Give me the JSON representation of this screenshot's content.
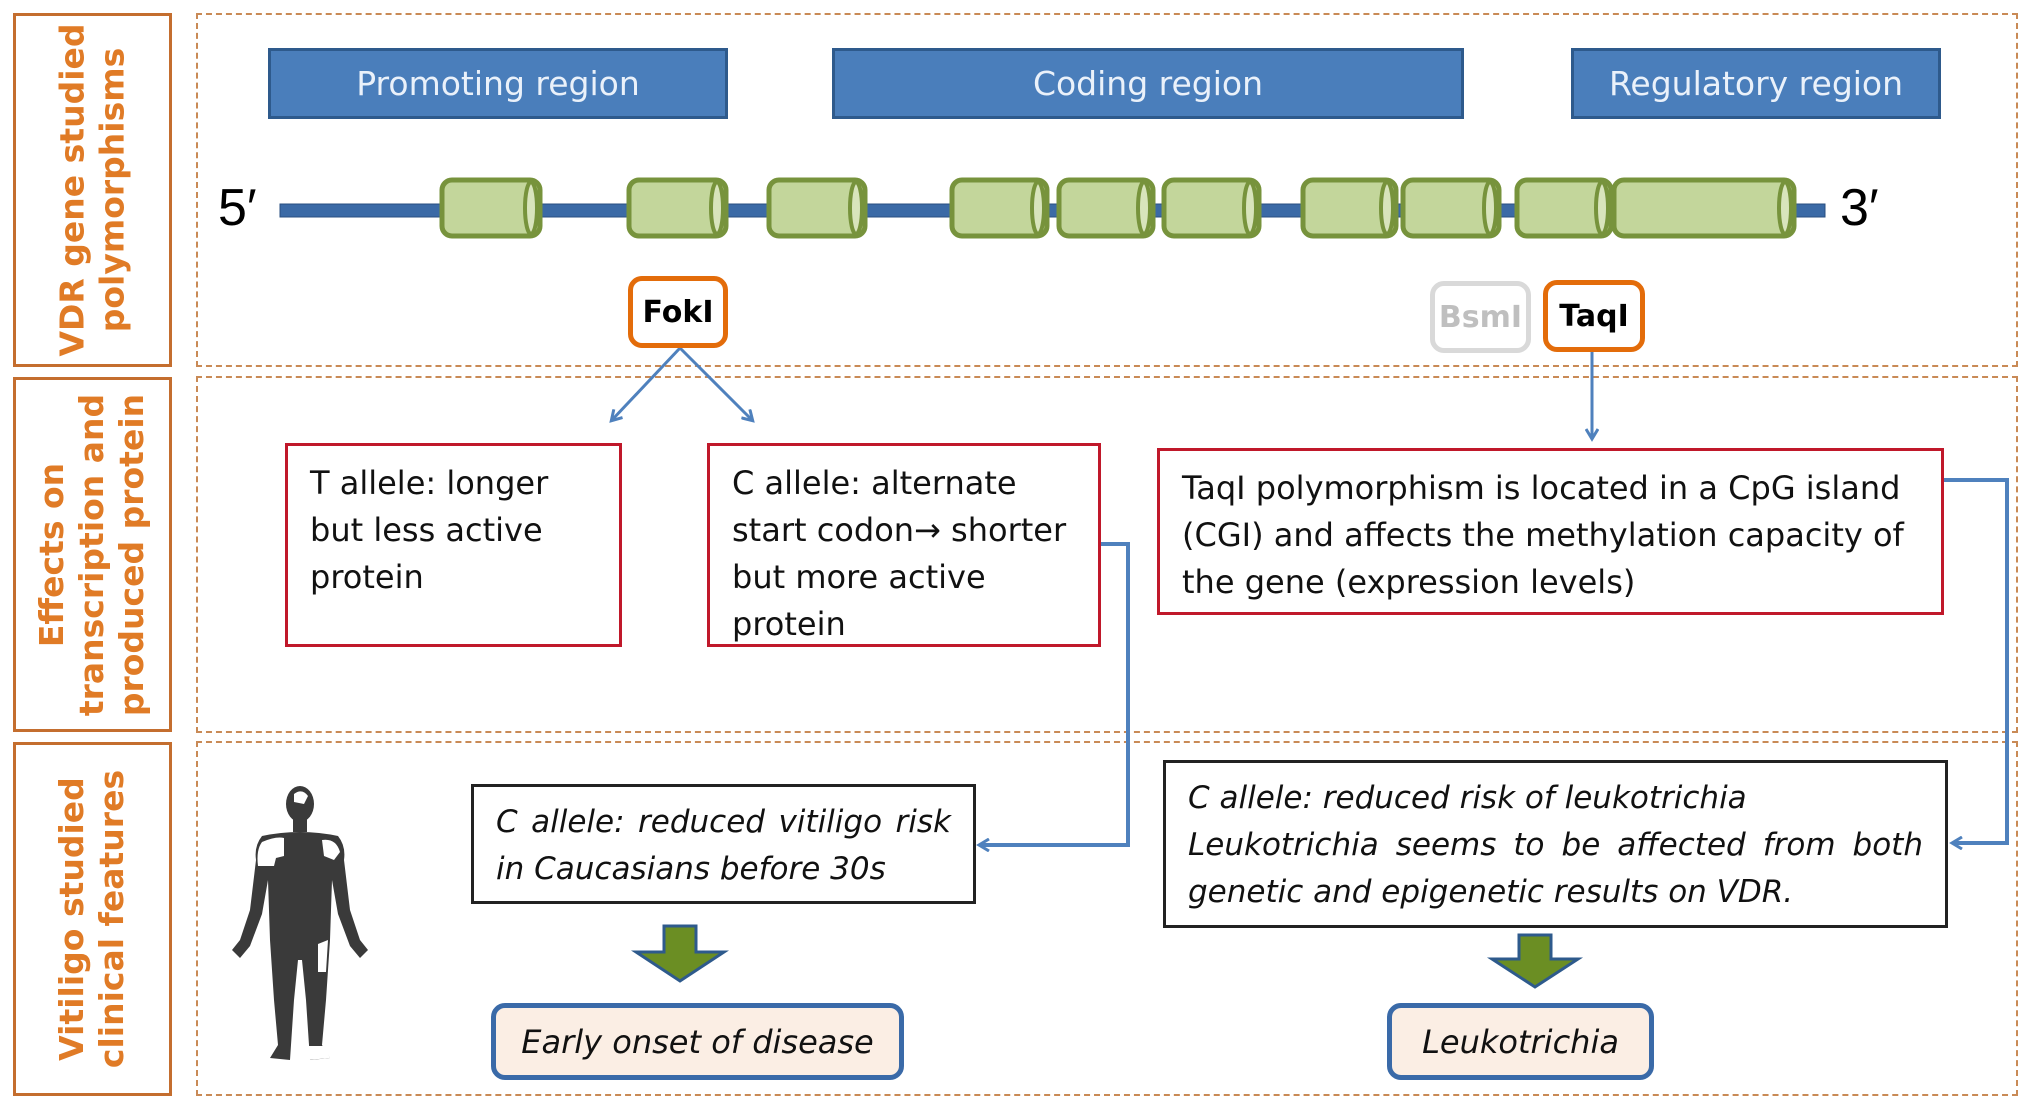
{
  "row_labels": [
    {
      "line1": "VDR gene studied",
      "line2": "polymorphisms"
    },
    {
      "line1": "Effects on",
      "line2": "transcription and",
      "line3": "produced protein"
    },
    {
      "line1": "Vitiligo  studied",
      "line2": "clinical features"
    }
  ],
  "regions": [
    {
      "label": "Promoting region"
    },
    {
      "label": "Coding region"
    },
    {
      "label": "Regulatory  region"
    }
  ],
  "gene": {
    "five_prime": "5′",
    "three_prime": "3′",
    "exon_count": 10
  },
  "polymorphisms": {
    "fokI": {
      "label": "FokI",
      "highlighted": true
    },
    "bsmI": {
      "label": "BsmI",
      "highlighted": false
    },
    "taqI": {
      "label": "TaqI",
      "highlighted": true
    }
  },
  "effects": {
    "t_allele": "T allele: longer but less active protein",
    "c_allele": "C allele: alternate start codon→ shorter but more active protein",
    "taqI": "TaqI polymorphism is located in a CpG island (CGI) and affects the methylation capacity of the gene (expression levels)"
  },
  "clinical": {
    "fokI_finding": "C allele: reduced vitiligo risk in Caucasians before 30s",
    "taqI_finding_line1": "C allele: reduced risk of leukotrichia",
    "taqI_finding_line2": "Leukotrichia seems to be affected from both genetic and epigenetic results on VDR.",
    "outcome_fokI": "Early onset of disease",
    "outcome_taqI": "Leukotrichia"
  },
  "colors": {
    "region_bar": "#4a7ebb",
    "gene_line": "#3b6aa6",
    "exon_fill": "#c3d69b",
    "exon_border": "#77933c",
    "snp_border": "#e36c0a",
    "effect_border": "#c0182a",
    "connector": "#4f81bd",
    "green_arrow": "#6b8e23",
    "label_text": "#e07b26"
  }
}
